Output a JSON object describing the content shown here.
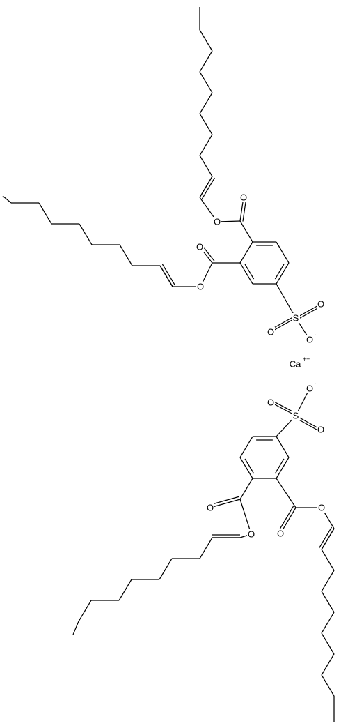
{
  "atoms": {
    "oxygen": "O",
    "sulfur": "S",
    "oxide_anion_charge": "-",
    "calcium": "Ca",
    "calcium_charge": "++"
  }
}
